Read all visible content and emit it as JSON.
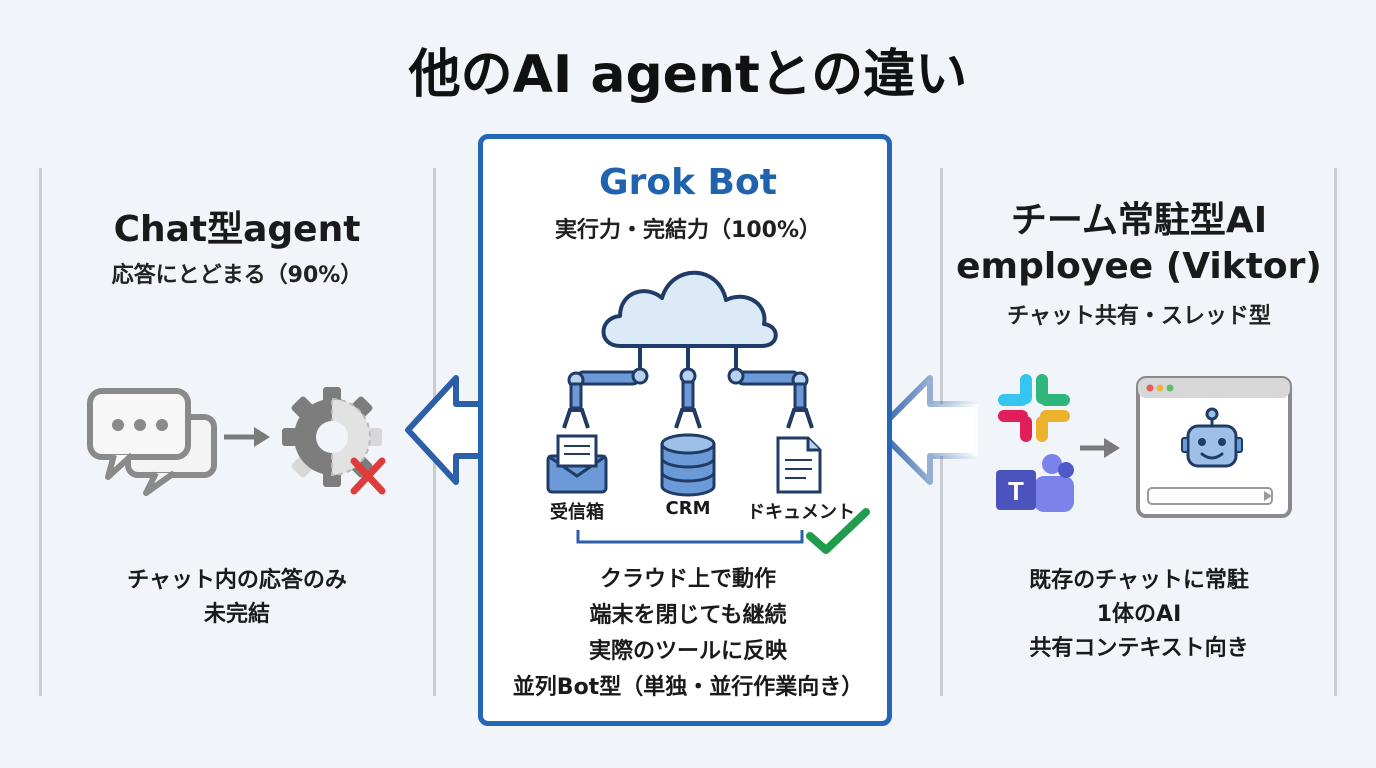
{
  "title": "他のAI agentとの違い",
  "left": {
    "title": "Chat型agent",
    "subtitle": "応答にとどまる（90%）",
    "desc_lines": [
      "チャット内の応答のみ",
      "未完結"
    ]
  },
  "center": {
    "title": "Grok Bot",
    "subtitle": "実行力・完結力（100%）",
    "tools": [
      "受信箱",
      "CRM",
      "ドキュメント"
    ],
    "features": [
      "クラウド上で動作",
      "端末を閉じても継続",
      "実際のツールに反映",
      "並列Bot型（単独・並行作業向き）"
    ]
  },
  "right": {
    "title_line1": "チーム常駐型AI",
    "title_line2": "employee (Viktor)",
    "subtitle": "チャット共有・スレッド型",
    "desc_lines": [
      "既存のチャットに常駐",
      "1体のAI",
      "共有コンテキスト向き"
    ]
  },
  "colors": {
    "accent_blue": "#1f62ad",
    "arrow_blue": "#2d5fa8",
    "check_green": "#1f9d4c",
    "cross_red": "#e03b3b",
    "icon_gray": "#8c8c8c"
  }
}
